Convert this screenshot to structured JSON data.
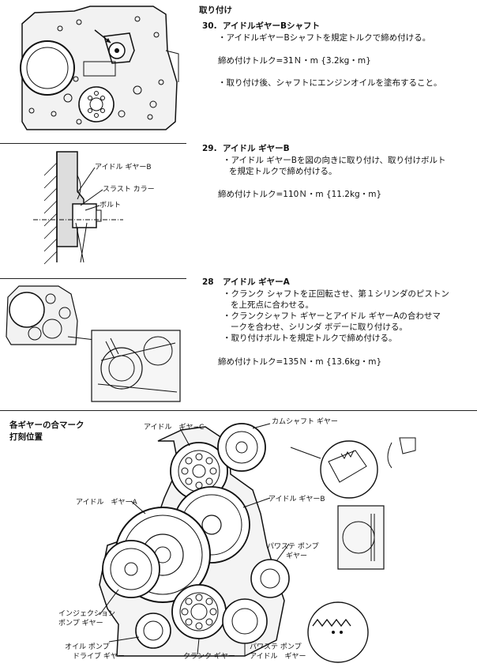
{
  "section1": {
    "heading": "取り付け",
    "step": "30.",
    "title": "アイドルギヤーBシャフト",
    "line1": "・アイドルギヤーBシャフトを規定トルクで締め付ける。",
    "torque": "締め付けトルク=31Ｎ・m {3.2kg・m}",
    "line2": "・取り付け後、シャフトにエンジンオイルを塗布すること。"
  },
  "section2": {
    "step": "29.",
    "title": "アイドル ギヤーB",
    "line1": "・アイドル ギヤーBを図の向きに取り付け、取り付けボルト",
    "line2": "を規定トルクで締め付ける。",
    "torque": "締め付けトルク=110Ｎ・m {11.2kg・m}",
    "fig_labels": [
      "アイドル ギヤーB",
      "スラスト カラー",
      "ボルト"
    ]
  },
  "section3": {
    "step": "28",
    "title": "アイドル ギヤーA",
    "line1": "・クランク シャフトを正回転させ、第１シリンダのピストン",
    "line2": "を上死点に合わせる。",
    "line3": "・クランクシャフト ギヤーとアイドル ギヤーAの合わせマ",
    "line4": "ークを合わせ、シリンダ ボデーに取り付ける。",
    "line5": "・取り付けボルトを規定トルクで締め付ける。",
    "torque": "締め付けトルク=135Ｎ・m {13.6kg・m}"
  },
  "section4": {
    "title1": "各ギヤーの合マーク",
    "title2": "打刻位置",
    "labels": {
      "idle_c": "アイドル　ギヤ−C",
      "camshaft": "カムシャフト ギヤー",
      "idle_a": "アイドル　ギヤーA",
      "idle_b": "アイドル ギヤーB",
      "powersteer_1": "パワステ ポンプ",
      "powersteer_2": "ギヤー",
      "injection_1": "インジェクション",
      "injection_2": "ポンプ ギヤー",
      "oilpump_1": "オイル ポンプ",
      "oilpump_2": "ドライブ ギヤー",
      "crank": "クランク ギヤー",
      "ps_idle_1": "パワステ ポンプ",
      "ps_idle_2": "アイドル　ギヤー"
    }
  }
}
